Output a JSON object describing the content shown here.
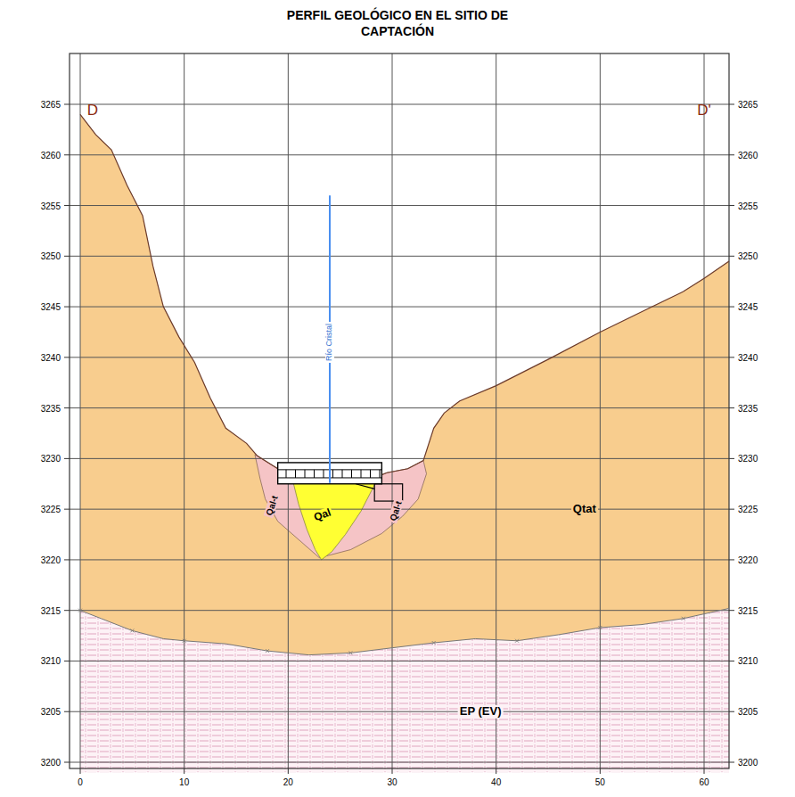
{
  "diagram": {
    "title": "PERFIL GEOLÓGICO EN EL SITIO DE CAPTACIÓN",
    "labels": [
      "D",
      "D'",
      "3265",
      "3260",
      "3255",
      "3250",
      "3245",
      "3240",
      "3235",
      "3230",
      "3225",
      "3220",
      "3215",
      "3210",
      "3205",
      "3200",
      "3265",
      "3260",
      "3255",
      "3250",
      "3245",
      "3240",
      "3235",
      "3230",
      "3225",
      "3220",
      "3215",
      "3210",
      "3205",
      "3200",
      "0",
      "10",
      "20",
      "30",
      "40",
      "50",
      "60",
      "Río Cristal",
      "Qal-t",
      "Qal",
      "Qal-t",
      "Qtat",
      "EP (EV)"
    ]
  }
}
